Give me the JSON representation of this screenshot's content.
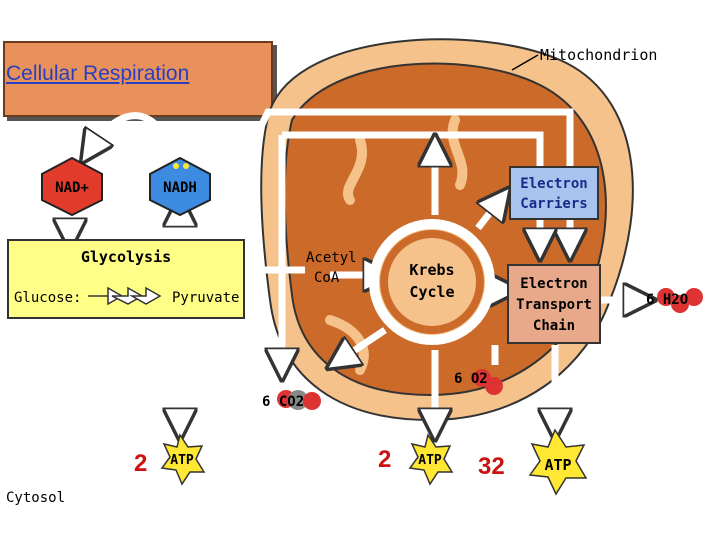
{
  "title": "Cellular Respiration",
  "labels": {
    "mitochondrion": "Mitochondrion",
    "cytosol": "Cytosol",
    "nad_plus": "NAD+",
    "nadh": "NADH",
    "glycolysis": "Glycolysis",
    "glucose": "Glucose:",
    "pyruvate": "Pyruvate",
    "acetyl_line1": "Acetyl",
    "acetyl_line2": "CoA",
    "krebs_line1": "Krebs",
    "krebs_line2": "Cycle",
    "electron_carriers_line1": "Electron",
    "electron_carriers_line2": "Carriers",
    "etc_line1": "Electron",
    "etc_line2": "Transport",
    "etc_line3": "Chain",
    "h2o": "6 H2O",
    "o2": "6 O2",
    "co2": "6 CO2",
    "atp": "ATP"
  },
  "atp_counts": [
    "2",
    "2",
    "32"
  ],
  "colors": {
    "mito_outer": "#f4c28a",
    "mito_inner": "#cc6a2a",
    "arrow": "#ffffff",
    "atp_star": "#ffe733",
    "nad_plus": "#e23b2b",
    "nadh": "#3d8be0",
    "number_red": "#cc1111",
    "title_blue": "#2a3fbf"
  }
}
